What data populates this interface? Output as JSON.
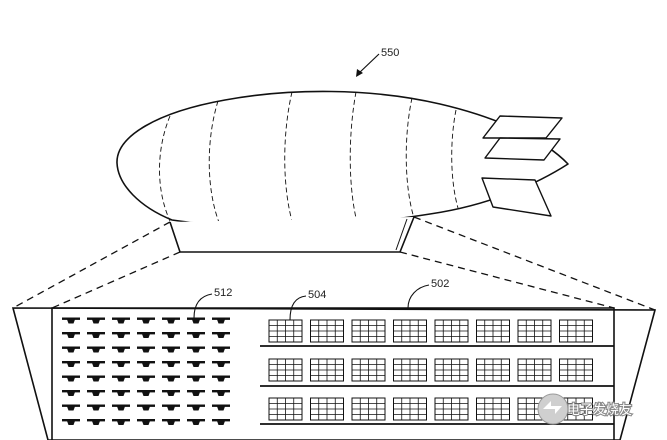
{
  "figure": {
    "labels": {
      "airship": "550",
      "bay": "502",
      "bin": "504",
      "uav_storage": "512"
    },
    "watermark": "电子发烧友"
  }
}
